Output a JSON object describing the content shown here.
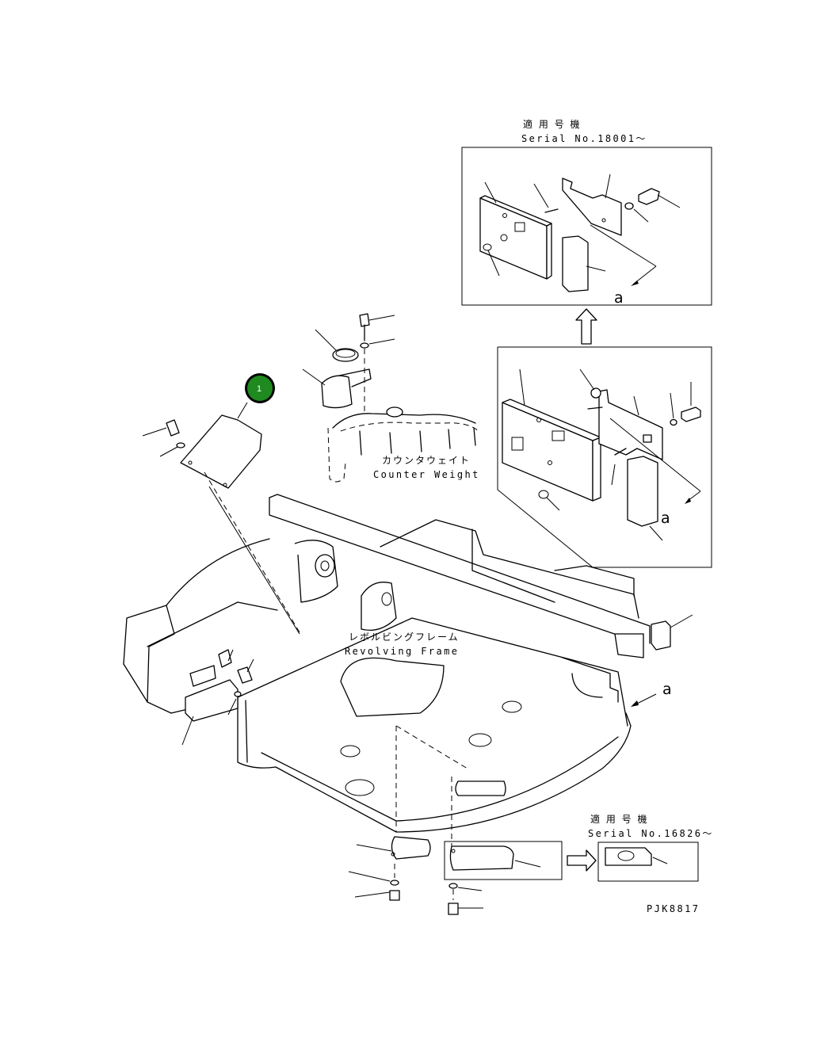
{
  "callout": {
    "number": "1",
    "color": "#1f8a1f"
  },
  "inset_top": {
    "jp": "適 用 号 機",
    "serial": "Serial No.18001～",
    "ref": "a"
  },
  "inset_mid": {
    "ref": "a"
  },
  "inset_bottom": {
    "jp": "適 用 号 機",
    "serial": "Serial No.16826～"
  },
  "labels": {
    "counter_weight_jp": "カウンタウェイト",
    "counter_weight_en": "Counter Weight",
    "revolving_frame_jp": "レボルビングフレーム",
    "revolving_frame_en": "Revolving Frame",
    "view_ref": "a"
  },
  "drawing_code": "PJK8817"
}
